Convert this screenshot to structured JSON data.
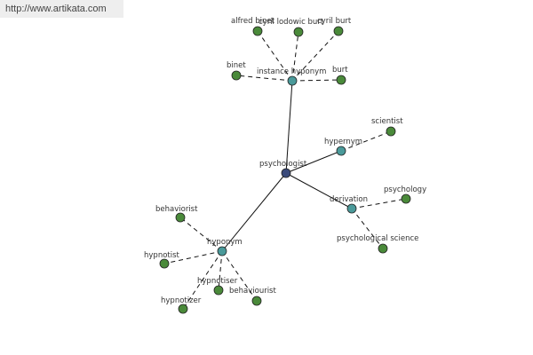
{
  "watermark": "http://www.artikata.com",
  "colors": {
    "root": "#3a4a7a",
    "relation": "#4a9a9a",
    "word": "#4a8a3a"
  },
  "graph": {
    "root": {
      "id": "psychologist",
      "label": "psychologist"
    },
    "relations": [
      {
        "id": "instance-hyponym",
        "label": "instance hyponym",
        "words": [
          "alfred binet",
          "cyril lodowic burt",
          "cyril burt",
          "binet",
          "burt"
        ]
      },
      {
        "id": "hypernym",
        "label": "hypernym",
        "words": [
          "scientist"
        ]
      },
      {
        "id": "derivation",
        "label": "derivation",
        "words": [
          "psychology",
          "psychological science"
        ]
      },
      {
        "id": "hyponym",
        "label": "hyponym",
        "words": [
          "behaviorist",
          "hypnotist",
          "hypnotiser",
          "behaviourist",
          "hypnotizer"
        ]
      }
    ]
  }
}
